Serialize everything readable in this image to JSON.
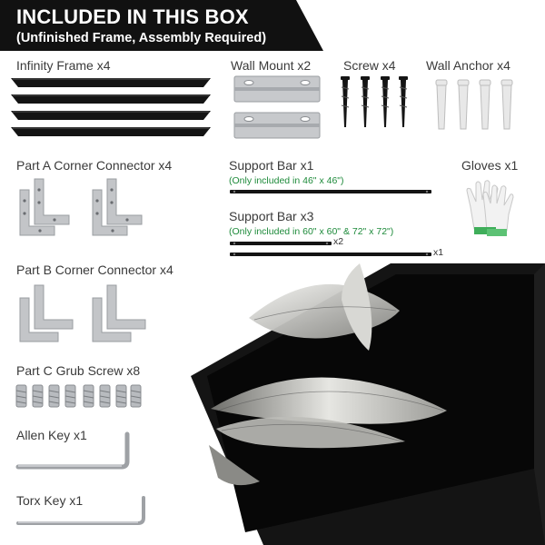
{
  "header": {
    "title": "INCLUDED IN THIS BOX",
    "subtitle": "(Unfinished Frame, Assembly Required)"
  },
  "items": {
    "infinity_frame": "Infinity Frame x4",
    "wall_mount": "Wall Mount x2",
    "screw": "Screw x4",
    "wall_anchor": "Wall Anchor x4",
    "part_a": "Part A Corner Connector x4",
    "support_bar_1": "Support Bar x1",
    "support_bar_1_note": "(Only included in 46\" x 46\")",
    "gloves": "Gloves x1",
    "support_bar_3": "Support Bar x3",
    "support_bar_3_note": "(Only included in 60\" x 60\" & 72\" x 72\")",
    "bar_qty_2": "x2",
    "bar_qty_1": "x1",
    "part_b": "Part B Corner Connector x4",
    "part_c": "Part C Grub Screw x8",
    "allen_key": "Allen Key x1",
    "torx_key": "Torx Key x1"
  },
  "colors": {
    "banner": "#111111",
    "note_green": "#1d8a3a",
    "metal": "#b9bcc0",
    "frame_black": "#111111"
  }
}
